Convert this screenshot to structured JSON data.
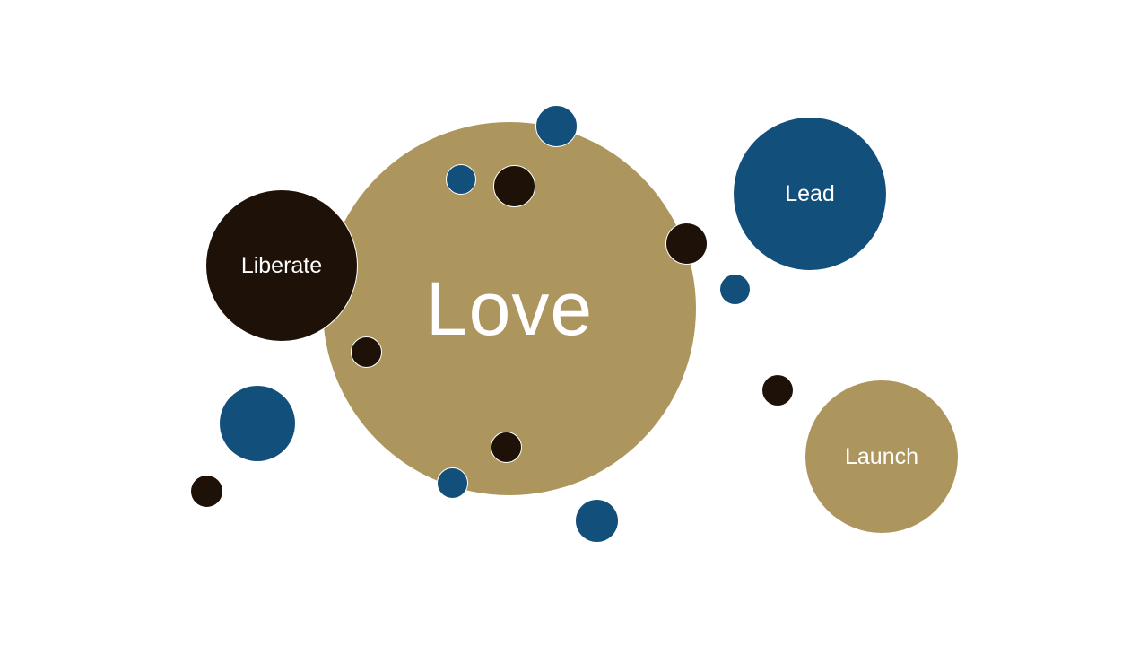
{
  "diagram": {
    "center": {
      "label": "Love",
      "color": "#AD965E"
    },
    "nodes": [
      {
        "label": "Liberate",
        "color": "#1E1108"
      },
      {
        "label": "Lead",
        "color": "#124F7A"
      },
      {
        "label": "Launch",
        "color": "#AD965E"
      }
    ]
  },
  "palette": {
    "gold": "#AD965E",
    "navy": "#124F7A",
    "dark": "#1E1108",
    "background": "#FFFFFF",
    "text": "#FFFFFF"
  }
}
